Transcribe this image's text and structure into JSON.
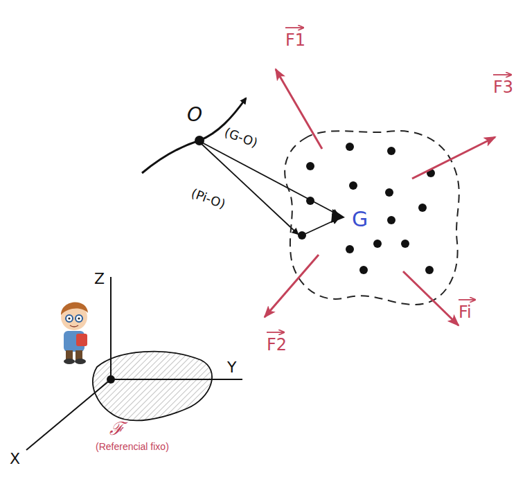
{
  "diagram": {
    "labels": [
      "O",
      "(G-O)",
      "(Pi-O)",
      "G",
      "F1",
      "F3",
      "F2",
      "Fi",
      "Z",
      "Y",
      "X",
      "ℱ",
      "(Referencial fixo)"
    ]
  }
}
